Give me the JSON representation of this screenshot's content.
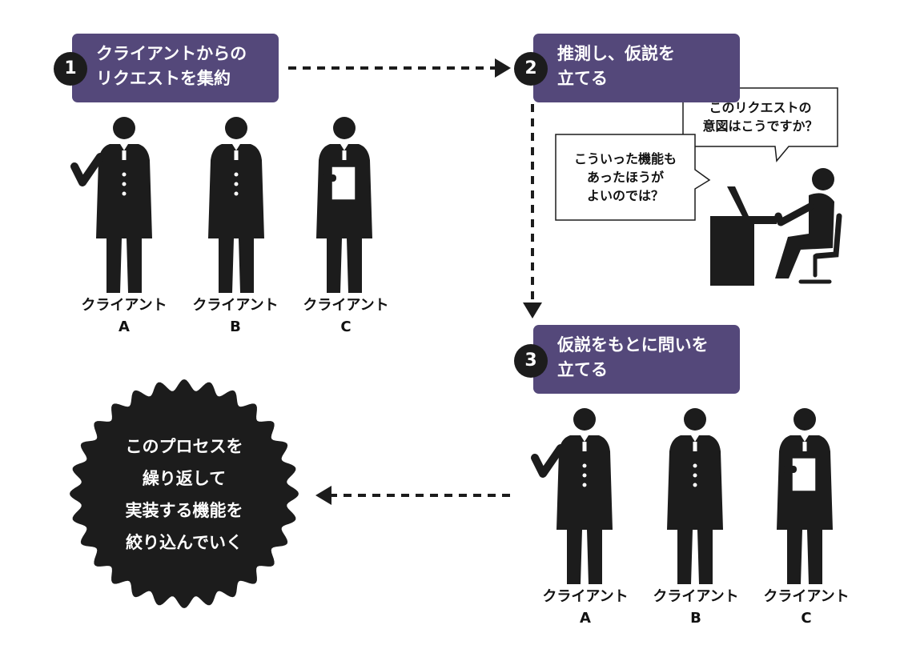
{
  "steps": [
    {
      "number": "1",
      "line1": "クライアントからの",
      "line2": "リクエストを集約"
    },
    {
      "number": "2",
      "line1": "推測し、仮説を",
      "line2": "立てる"
    },
    {
      "number": "3",
      "line1": "仮説をもとに問いを",
      "line2": "立てる"
    }
  ],
  "clients_top": [
    {
      "name": "クライアント",
      "letter": "A"
    },
    {
      "name": "クライアント",
      "letter": "B"
    },
    {
      "name": "クライアント",
      "letter": "C"
    }
  ],
  "clients_bottom": [
    {
      "name": "クライアント",
      "letter": "A"
    },
    {
      "name": "クライアント",
      "letter": "B"
    },
    {
      "name": "クライアント",
      "letter": "C"
    }
  ],
  "bubbles": {
    "question": {
      "line1": "このリクエストの",
      "line2": "意図はこうですか？"
    },
    "idea": {
      "line1": "こういった機能も",
      "line2": "あったほうが",
      "line3": "よいのでは？"
    }
  },
  "badge": {
    "line1": "このプロセスを",
    "line2": "繰り返して",
    "line3": "実装する機能を",
    "line4": "絞り込んでいく"
  },
  "colors": {
    "step_box": "#54487a",
    "figure": "#1c1c1c",
    "background": "#ffffff"
  }
}
